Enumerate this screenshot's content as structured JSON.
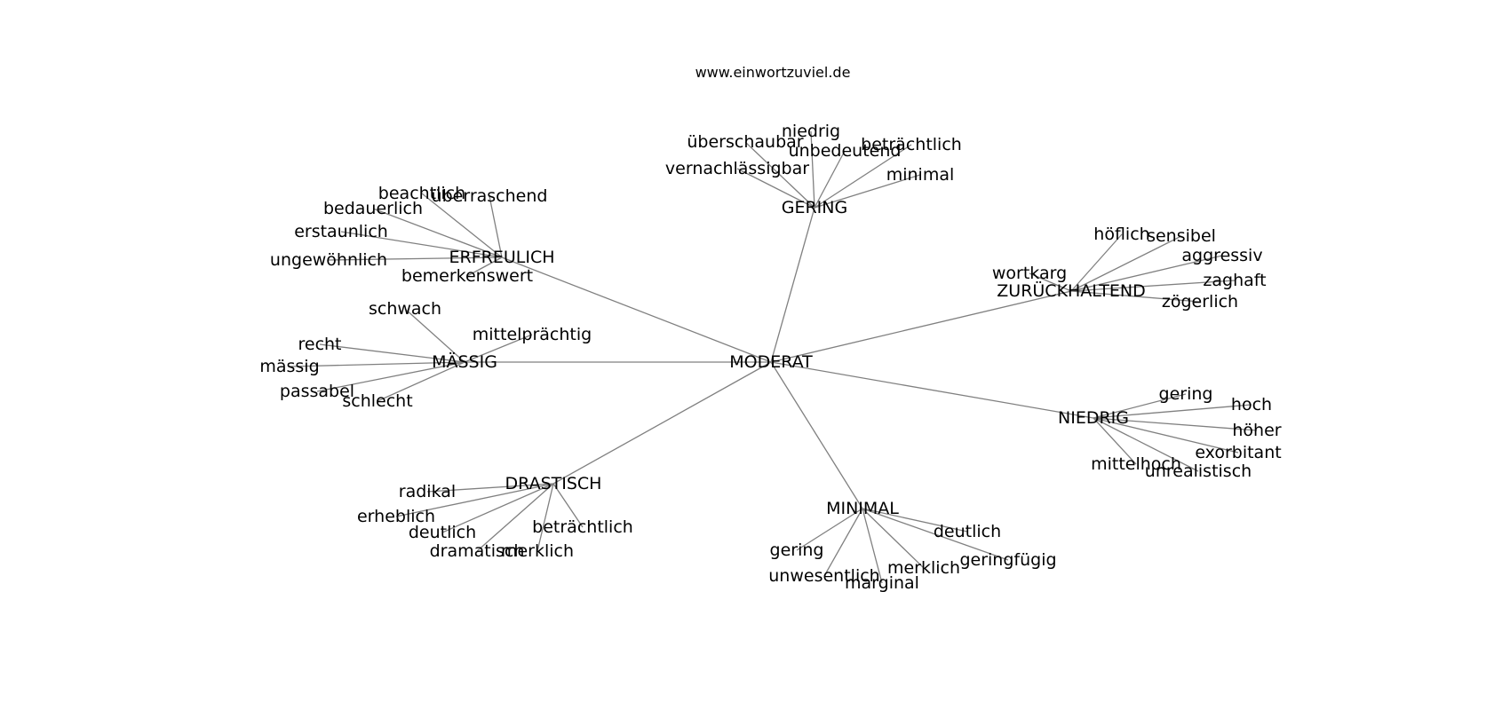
{
  "site": "www.einwortzuviel.de",
  "graph": {
    "center": {
      "id": "moderat",
      "label": "MODERAT"
    },
    "hubs": [
      {
        "id": "gering",
        "label": "GERING",
        "leaves": [
          "niedrig",
          "überschaubar",
          "unbedeutend",
          "beträchtlich",
          "vernachlässigbar",
          "minimal"
        ]
      },
      {
        "id": "erfreulich",
        "label": "ERFREULICH",
        "leaves": [
          "beachtlich",
          "überraschend",
          "bedauerlich",
          "erstaunlich",
          "ungewöhnlich",
          "bemerkenswert"
        ]
      },
      {
        "id": "zurueckhaltend",
        "label": "ZURÜCKHALTEND",
        "leaves": [
          "höflich",
          "sensibel",
          "aggressiv",
          "wortkarg",
          "zaghaft",
          "zögerlich"
        ]
      },
      {
        "id": "maessig",
        "label": "MÄSSIG",
        "leaves": [
          "schwach",
          "mittelprächtig",
          "recht",
          "mässig",
          "passabel",
          "schlecht"
        ]
      },
      {
        "id": "niedrig",
        "label": "NIEDRIG",
        "leaves": [
          "gering",
          "hoch",
          "höher",
          "exorbitant",
          "mittelhoch",
          "unrealistisch"
        ]
      },
      {
        "id": "drastisch",
        "label": "DRASTISCH",
        "leaves": [
          "radikal",
          "erheblich",
          "deutlich",
          "beträchtlich",
          "dramatisch",
          "merklich"
        ]
      },
      {
        "id": "minimal",
        "label": "MINIMAL",
        "leaves": [
          "deutlich",
          "gering",
          "geringfügig",
          "merklich",
          "unwesentlich",
          "marginal"
        ]
      }
    ]
  }
}
